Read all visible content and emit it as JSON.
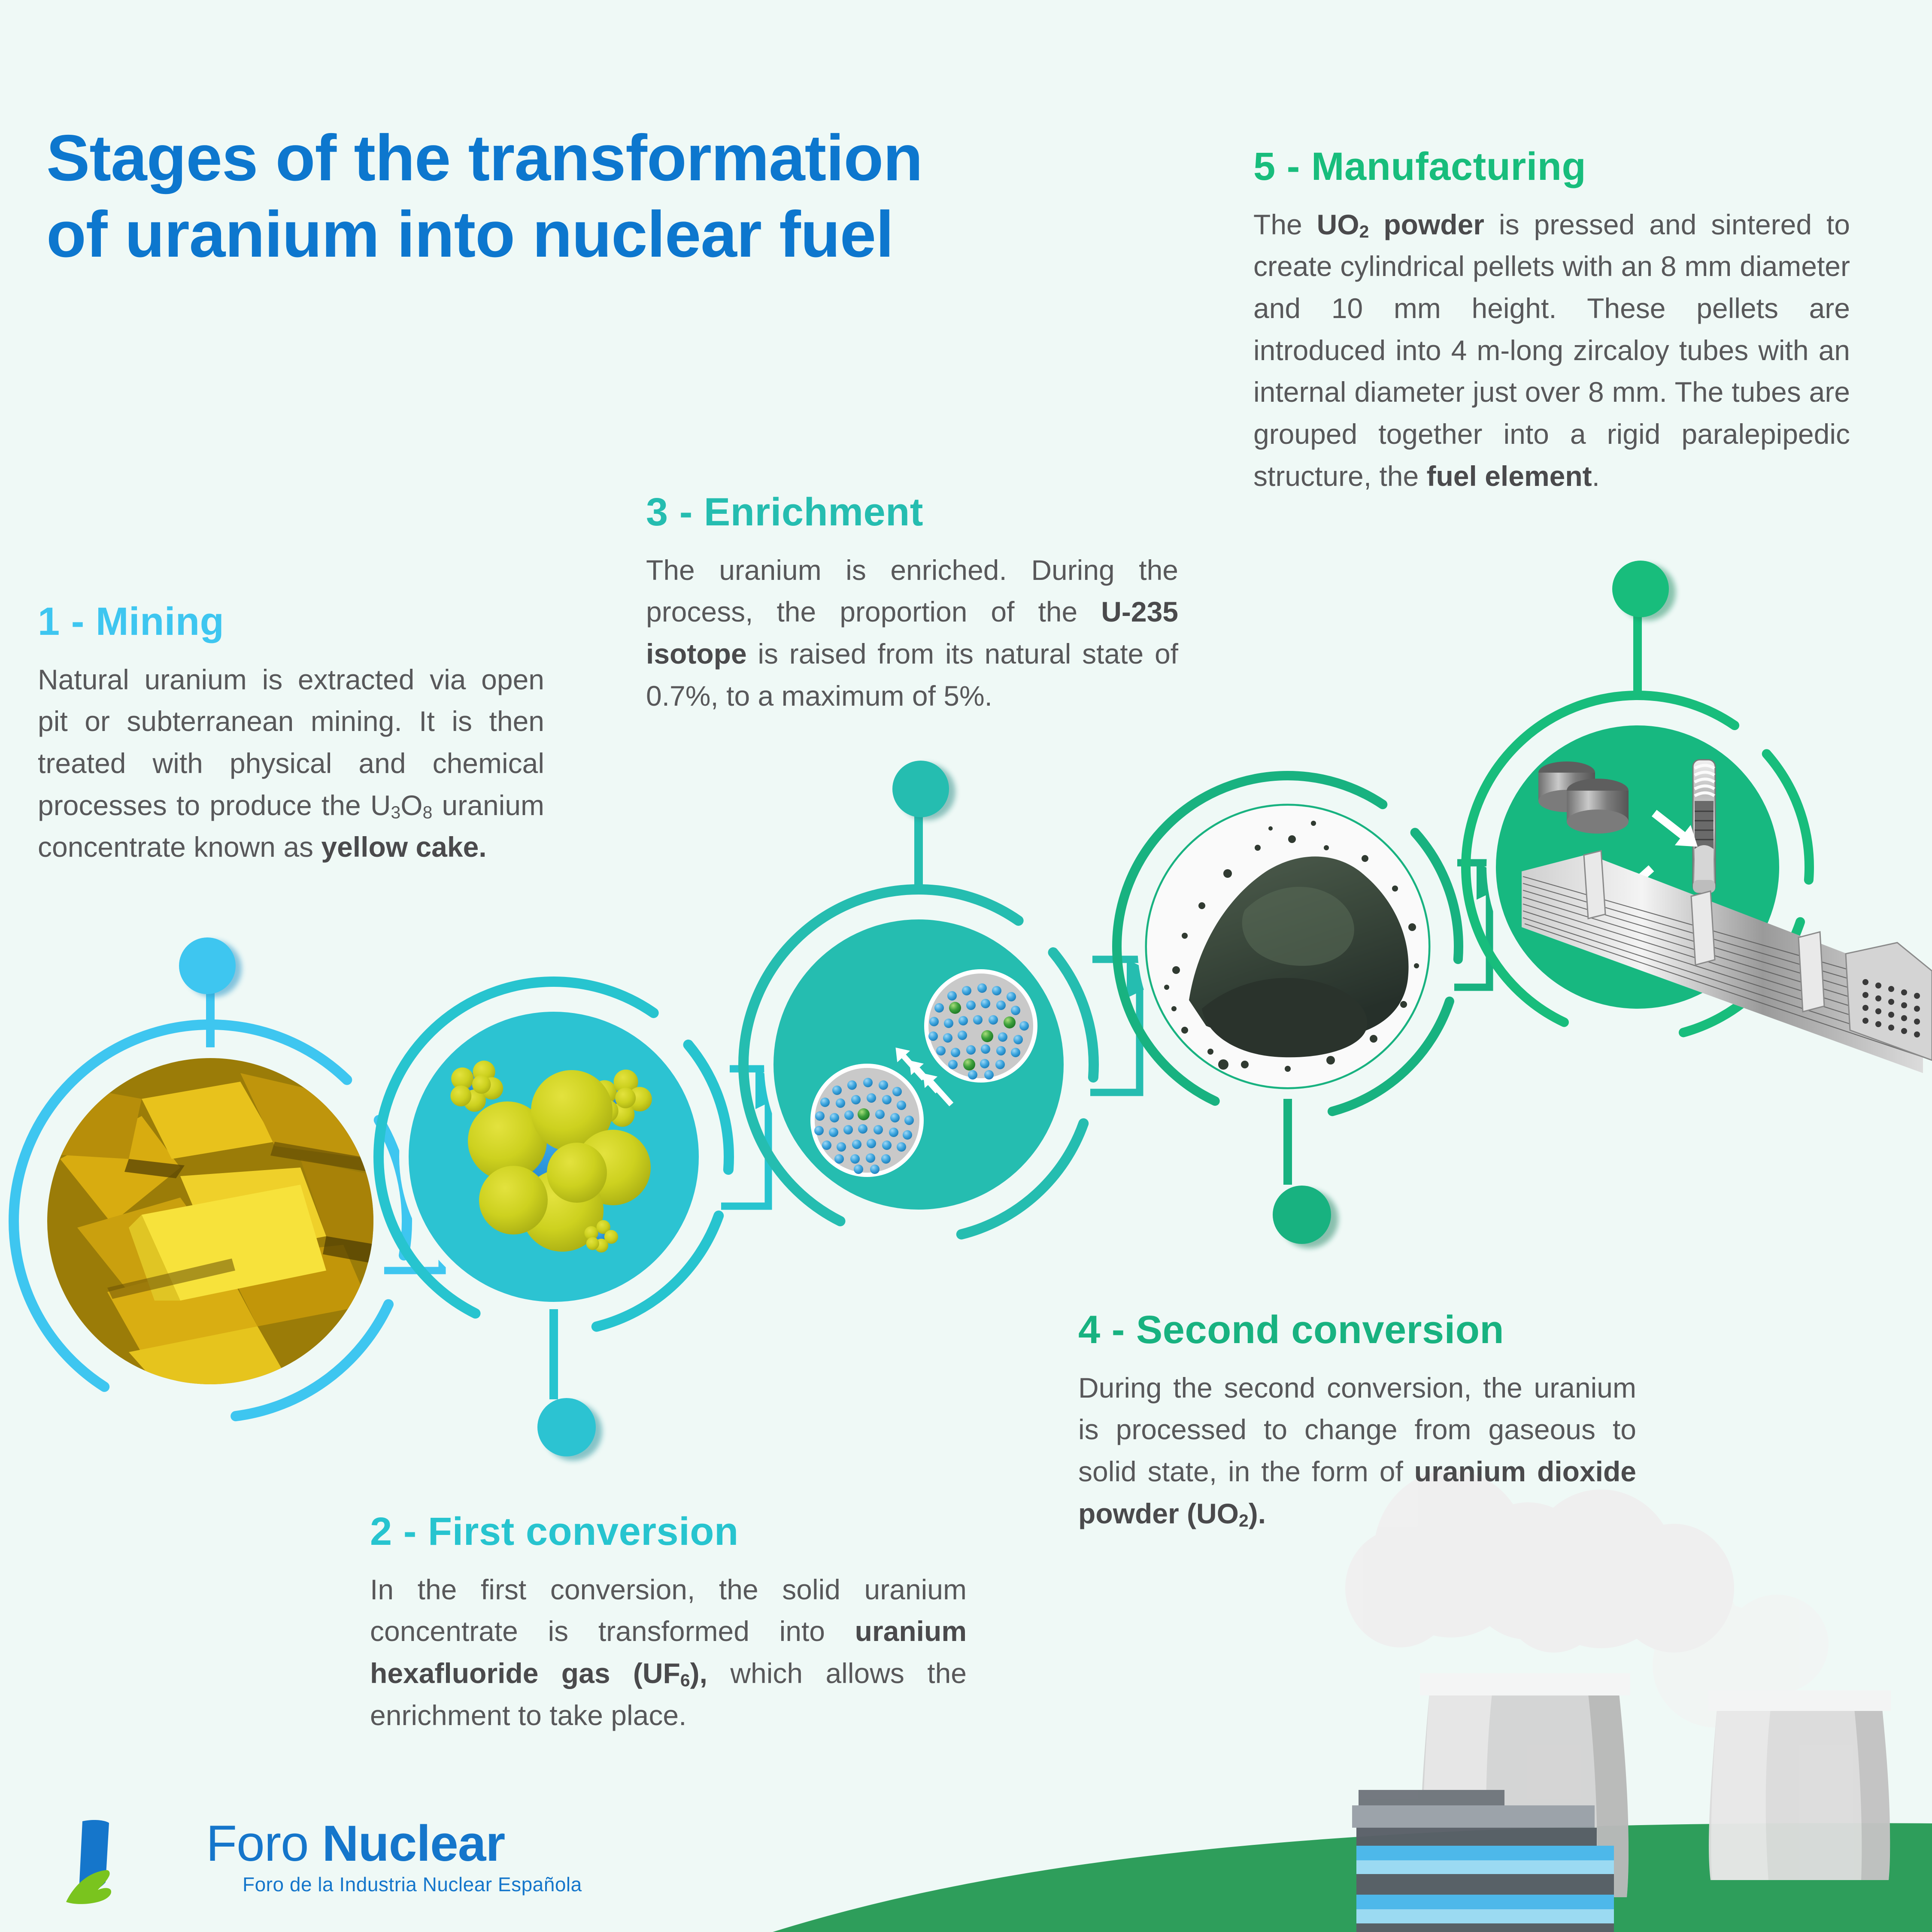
{
  "title": {
    "line1": "Stages of the transformation",
    "line2": "of uranium into nuclear fuel"
  },
  "colors": {
    "background": "#eff9f6",
    "title_blue": "#0d77ce",
    "step1": "#3ec6f0",
    "step2": "#27c4cf",
    "step3": "#25bdb0",
    "step4": "#18b280",
    "step5": "#18bd7c",
    "body_text": "#58585a",
    "ground_green": "#2e9e5b",
    "logo_blue": "#1576cb",
    "logo_leaf_green": "#7ac41e"
  },
  "steps": [
    {
      "id": "step1",
      "heading": "1 - Mining",
      "body_html": "Natural uranium is extracted via open pit or subterranean mining. It is then treated with physical and chemical processes to produce the U<sub>3</sub>O<sub>8</sub> uranium concentrate known as <b>yellow cake.</b>",
      "body_text": "Natural uranium is extracted via open pit or subterranean mining. It is then treated with physical and chemical processes to produce the U3O8 uranium concentrate known as yellow cake.",
      "illustration": "yellow-cake-photo"
    },
    {
      "id": "step2",
      "heading": "2 - First conversion",
      "body_html": "In the first conversion, the solid uranium concentrate is transformed into <b>uranium hexafluoride gas (UF<sub>6</sub>),</b> which allows the enrichment to take place.",
      "body_text": "In the first conversion, the solid uranium concentrate is transformed into uranium hexafluoride gas (UF6), which allows the enrichment to take place.",
      "illustration": "uf6-molecule-model"
    },
    {
      "id": "step3",
      "heading": "3 - Enrichment",
      "body_html": "The uranium is enriched. During the process, the proportion of the <b>U-235 isotope</b> is raised from its natural state of  0.7%, to a maximum of 5%.",
      "body_text": "The uranium is enriched. During the process, the proportion of the U-235 isotope is raised from its natural state of 0.7%, to a maximum of 5%.",
      "illustration": "isotope-enrichment-diagram",
      "values": {
        "natural_u235": "0.7%",
        "max_u235": "5%"
      }
    },
    {
      "id": "step4",
      "heading": "4 - Second conversion",
      "body_html": "During the second conversion, the uranium is processed to change from gaseous to solid state, in the form of <b>uranium dioxide powder (UO<sub>2</sub>).</b>",
      "body_text": "During the second conversion, the uranium is processed to change from gaseous to solid state, in the form of uranium dioxide powder (UO2).",
      "illustration": "uo2-powder-photo"
    },
    {
      "id": "step5",
      "heading": "5 - Manufacturing",
      "body_html": "The <b>UO<sub>2</sub> powder</b> is pressed and sintered to create cylindrical pellets with an 8 mm diameter and 10 mm height. These pellets are introduced into 4 m-long zircaloy tubes with an internal diameter just over 8 mm. The tubes are grouped together into a rigid paralepipedic structure, the <b>fuel element</b>.",
      "body_text": "The UO2 powder is pressed and sintered to create cylindrical pellets with an 8 mm diameter and 10 mm height. These pellets are introduced into 4 m-long zircaloy tubes with an internal diameter just over 8 mm. The tubes are grouped together into a rigid paralepipedic structure, the fuel element.",
      "illustration": "fuel-element-assembly",
      "values": {
        "pellet_diameter": "8 mm",
        "pellet_height": "10 mm",
        "tube_length": "4 m",
        "tube_internal_diameter": "just over 8 mm"
      }
    }
  ],
  "logo": {
    "brand_light": "Foro ",
    "brand_bold": "Nuclear",
    "tagline": "Foro de la Industria Nuclear Española"
  },
  "decorations": {
    "power_plant": "nuclear-power-plant-illustration",
    "ground": "green-hill"
  }
}
